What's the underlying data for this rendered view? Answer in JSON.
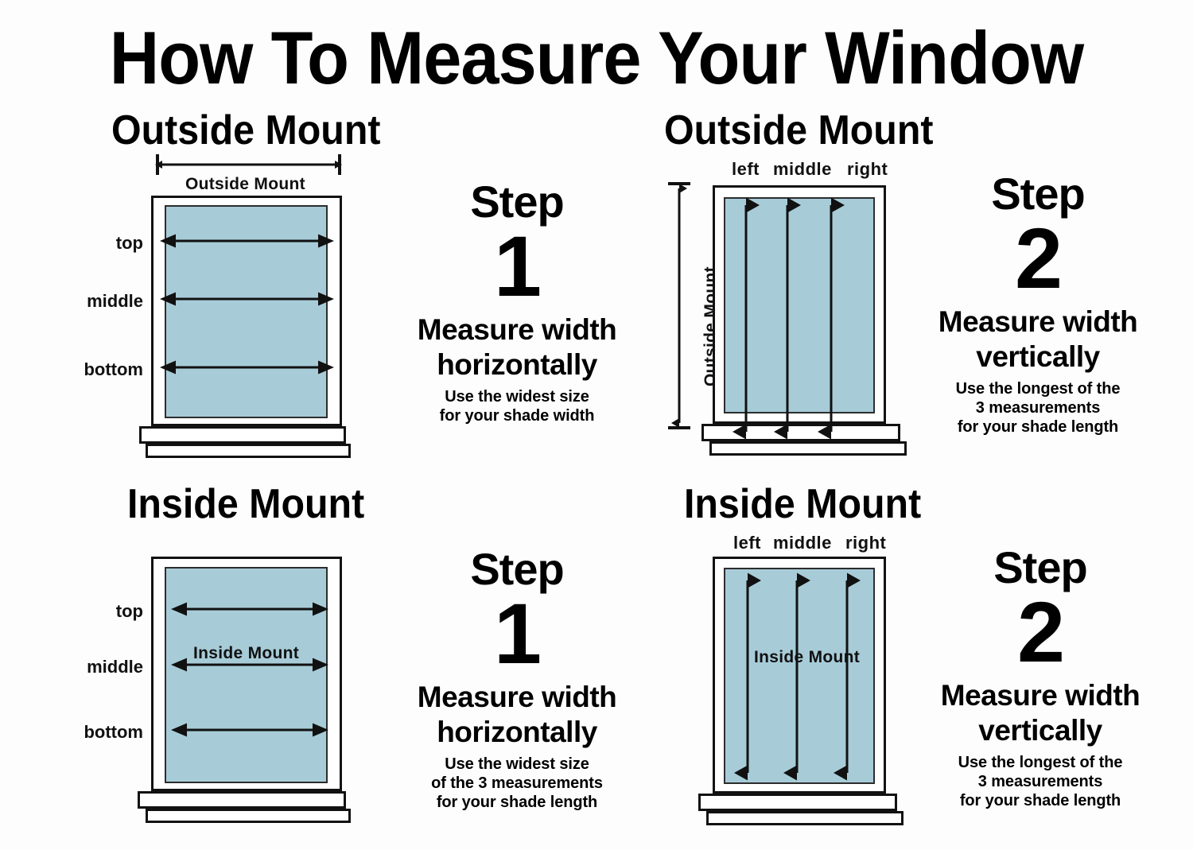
{
  "title": "How To Measure Your Window",
  "colors": {
    "glass": "#a7ccd8",
    "outline": "#121212",
    "background": "#fdfdfd",
    "text": "#000000"
  },
  "panels": [
    {
      "id": "outside-mount-width",
      "heading": "Outside Mount",
      "dimension_label": "Outside Mount",
      "dimension_orientation": "horizontal",
      "side_labels": [
        "top",
        "middle",
        "bottom"
      ],
      "arrow_count": 3,
      "arrow_direction": "horizontal",
      "step": {
        "word": "Step",
        "number": "1",
        "instruction_line1": "Measure width",
        "instruction_line2": "horizontally",
        "note_lines": [
          "Use the widest size",
          "for your shade width"
        ]
      }
    },
    {
      "id": "outside-mount-length",
      "heading": "Outside Mount",
      "dimension_label": "Outside Mount",
      "dimension_orientation": "vertical",
      "top_labels": [
        "left",
        "middle",
        "right"
      ],
      "arrow_count": 3,
      "arrow_direction": "vertical",
      "step": {
        "word": "Step",
        "number": "2",
        "instruction_line1": "Measure width",
        "instruction_line2": "vertically",
        "note_lines": [
          "Use the longest of the",
          "3 measurements",
          "for your shade length"
        ]
      }
    },
    {
      "id": "inside-mount-width",
      "heading": "Inside Mount",
      "dimension_label": "Inside Mount",
      "dimension_orientation": "inline-horizontal",
      "side_labels": [
        "top",
        "middle",
        "bottom"
      ],
      "arrow_count": 3,
      "arrow_direction": "horizontal",
      "step": {
        "word": "Step",
        "number": "1",
        "instruction_line1": "Measure width",
        "instruction_line2": "horizontally",
        "note_lines": [
          "Use the widest size",
          "of the 3 measurements",
          "for your shade length"
        ]
      }
    },
    {
      "id": "inside-mount-length",
      "heading": "Inside Mount",
      "dimension_label": "Inside Mount",
      "dimension_orientation": "inline-vertical",
      "top_labels": [
        "left",
        "middle",
        "right"
      ],
      "arrow_count": 3,
      "arrow_direction": "vertical",
      "step": {
        "word": "Step",
        "number": "2",
        "instruction_line1": "Measure width",
        "instruction_line2": "vertically",
        "note_lines": [
          "Use the longest of the",
          "3 measurements",
          "for your shade length"
        ]
      }
    }
  ]
}
